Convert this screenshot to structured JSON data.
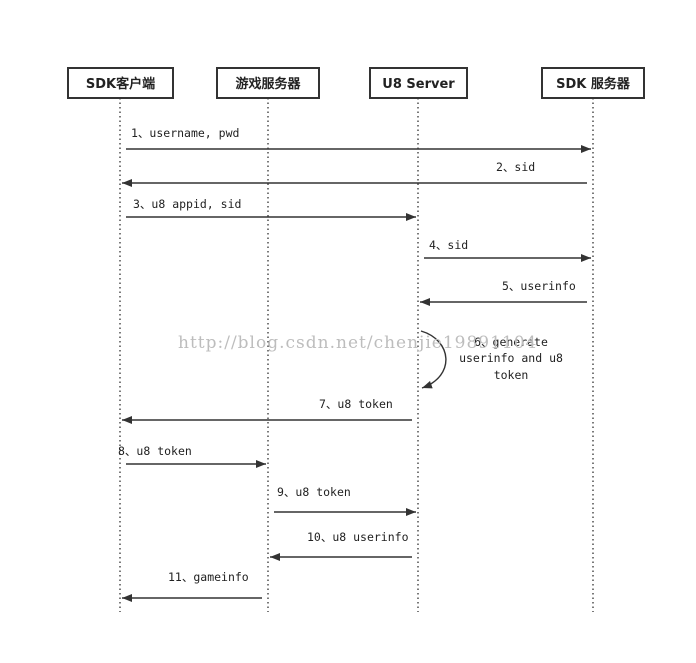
{
  "diagram": {
    "actors": [
      {
        "id": "client",
        "label": "SDK客户端"
      },
      {
        "id": "game",
        "label": "游戏服务器"
      },
      {
        "id": "u8",
        "label": "U8 Server"
      },
      {
        "id": "sdk",
        "label": "SDK 服务器"
      }
    ],
    "messages": [
      {
        "from": "client",
        "to": "sdk",
        "label": "1、username, pwd"
      },
      {
        "from": "sdk",
        "to": "client",
        "label": "2、sid"
      },
      {
        "from": "client",
        "to": "u8",
        "label": "3、u8 appid, sid"
      },
      {
        "from": "u8",
        "to": "sdk",
        "label": "4、sid"
      },
      {
        "from": "sdk",
        "to": "u8",
        "label": "5、userinfo"
      },
      {
        "from": "u8",
        "to": "u8",
        "self": true,
        "label_lines": [
          "6、generate",
          "userinfo and u8",
          "token"
        ]
      },
      {
        "from": "u8",
        "to": "client",
        "label": "7、u8 token"
      },
      {
        "from": "client",
        "to": "game",
        "label": "8、u8 token"
      },
      {
        "from": "game",
        "to": "u8",
        "label": "9、u8 token"
      },
      {
        "from": "u8",
        "to": "game",
        "label": "10、u8 userinfo"
      },
      {
        "from": "game",
        "to": "client",
        "label": "11、gameinfo"
      }
    ],
    "watermark": "http://blog.csdn.net/chenjie19891104"
  }
}
